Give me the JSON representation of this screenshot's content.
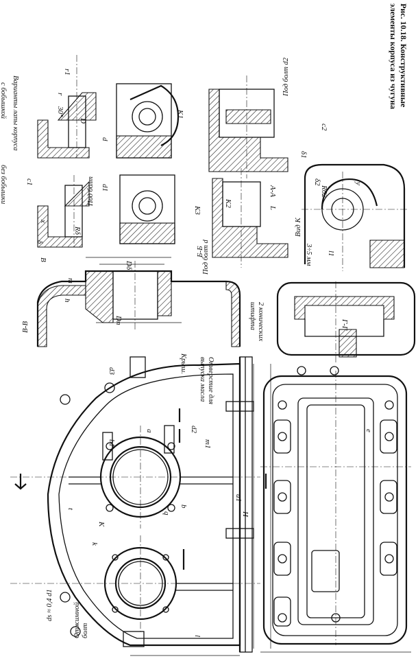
{
  "figure": {
    "caption_line1": "Рис. 10.18. Конструктивные",
    "caption_line2": "элементы корпуса из чугуна"
  },
  "views": {
    "section_aa": "А-А",
    "section_bb": "Б-Б",
    "section_vv": "В-В",
    "section_gg": "Г-Г",
    "view_k": "Вид К"
  },
  "notes": {
    "variants_line1": "Варианты лапы корпуса",
    "variants_line2a": "без бобышки",
    "variants_line2b": "с бобышкой",
    "bolt_d2": "Под болт d2",
    "bolt": "Под болт",
    "bolt_d": "Под болт d",
    "dowels_line1": "2 конических",
    "dowels_line2": "штифта",
    "oil_line1": "Отверстие для",
    "oil_line2": "выпуска масла",
    "jack_line1": "Отжимной",
    "jack_line2": "болт",
    "lid": "Крыш.",
    "dim_range": "3÷5 мм",
    "ds_formula": "ds ≈ 0,4 d1"
  },
  "dimensions": [
    "r1",
    "r",
    "30°",
    "D",
    "d",
    "c1",
    "x",
    "δ",
    "B",
    "Rδ",
    "d1",
    "K1",
    "K3",
    "K2",
    "L",
    "H",
    "l",
    "h",
    "m",
    "m1",
    "b1",
    "b",
    "a",
    "q",
    "t",
    "e",
    "Dn",
    "Dδ",
    "a1",
    "K",
    "k",
    "d2",
    "d3",
    "l1",
    "c2",
    "δ1",
    "δ2",
    "R62",
    "y"
  ],
  "colors": {
    "ink": "#111111",
    "paper": "#ffffff"
  }
}
